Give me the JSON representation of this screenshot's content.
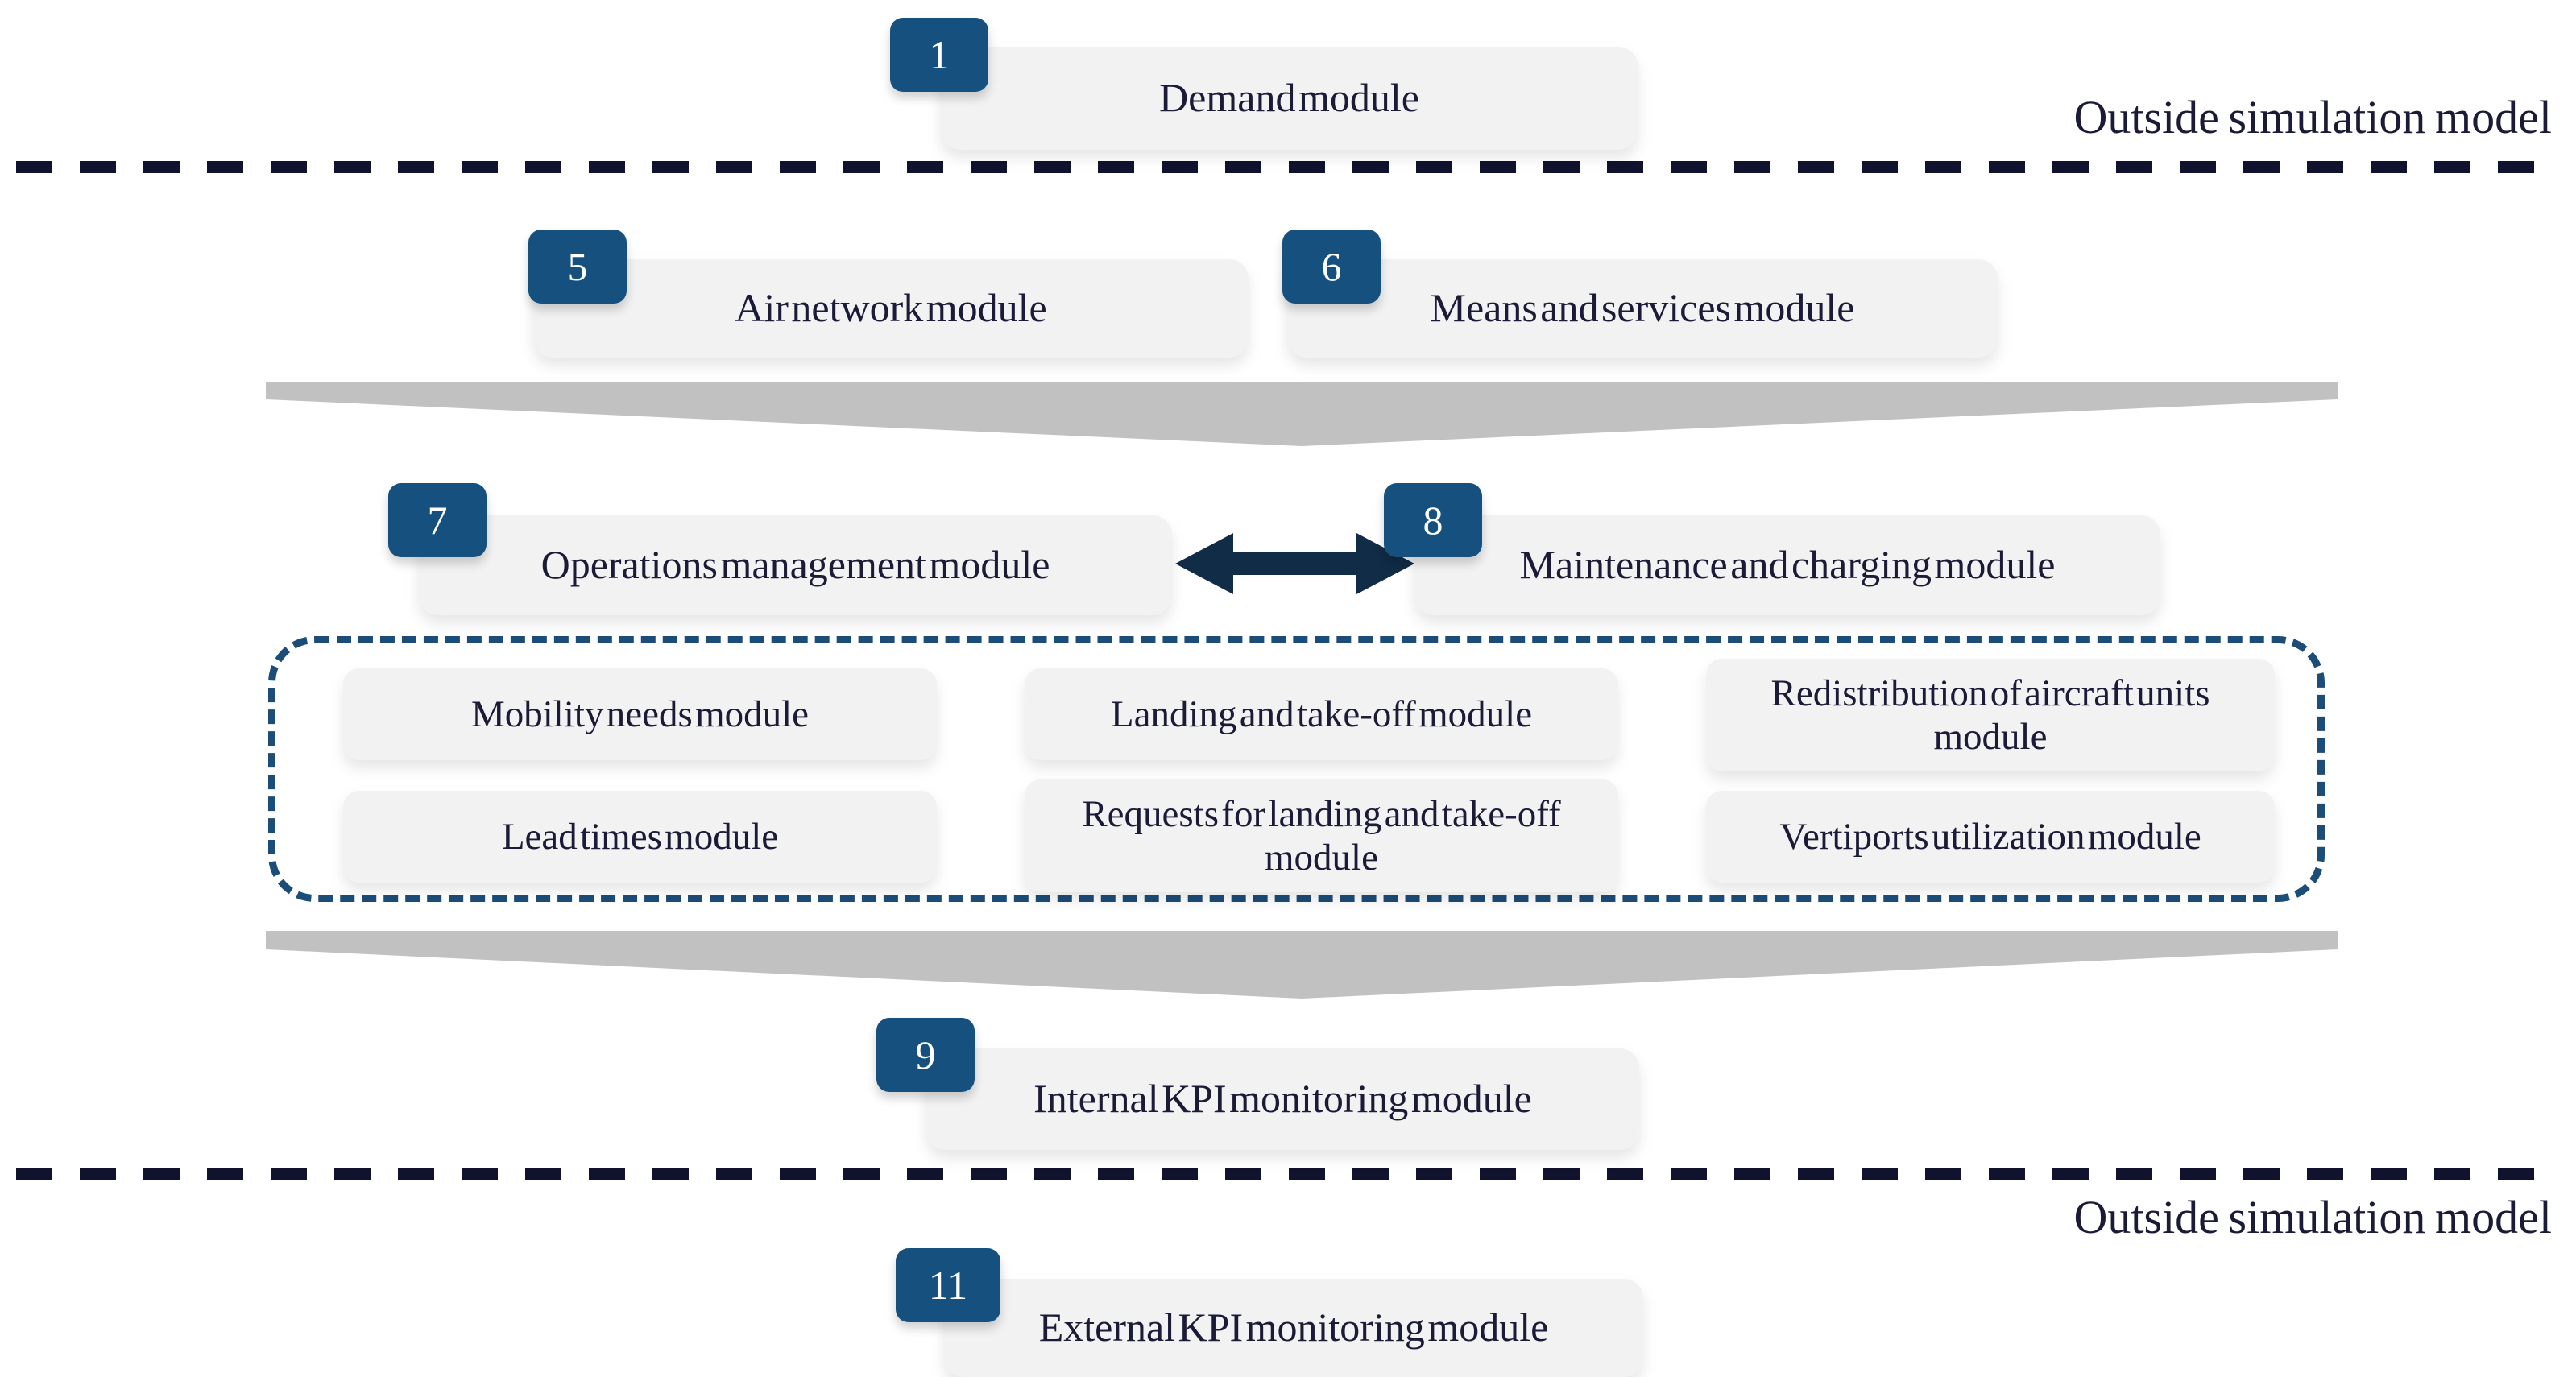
{
  "figure": {
    "outside_top_label": "Outside simulation model",
    "outside_bottom_label": "Outside simulation model"
  },
  "modules": {
    "demand": {
      "number": "1",
      "label": "Demand module"
    },
    "air_network": {
      "number": "5",
      "label": "Air network module"
    },
    "means_services": {
      "number": "6",
      "label": "Means and services module"
    },
    "operations": {
      "number": "7",
      "label": "Operations management module"
    },
    "maintenance": {
      "number": "8",
      "label": "Maintenance and charging module"
    },
    "internal_kpi": {
      "number": "9",
      "label": "Internal KPI monitoring module"
    },
    "external_kpi": {
      "number": "11",
      "label": "External KPI monitoring module"
    }
  },
  "sub_modules": [
    {
      "label": "Mobility needs module"
    },
    {
      "label": "Landing and take-off module"
    },
    {
      "label": "Redistribution of aircraft units module"
    },
    {
      "label": "Lead times module"
    },
    {
      "label": "Requests for landing and take-off module"
    },
    {
      "label": "Vertiports utilization module"
    }
  ],
  "colors": {
    "badge_blue": "#15507E",
    "text_navy": "#1B1B38",
    "dashed_line_navy": "#10122E",
    "dashed_border_blue": "#1C4C78",
    "box_gray": "#F2F2F2",
    "chevron_gray": "#C1C1C1",
    "arrow_navy": "#112C47"
  }
}
